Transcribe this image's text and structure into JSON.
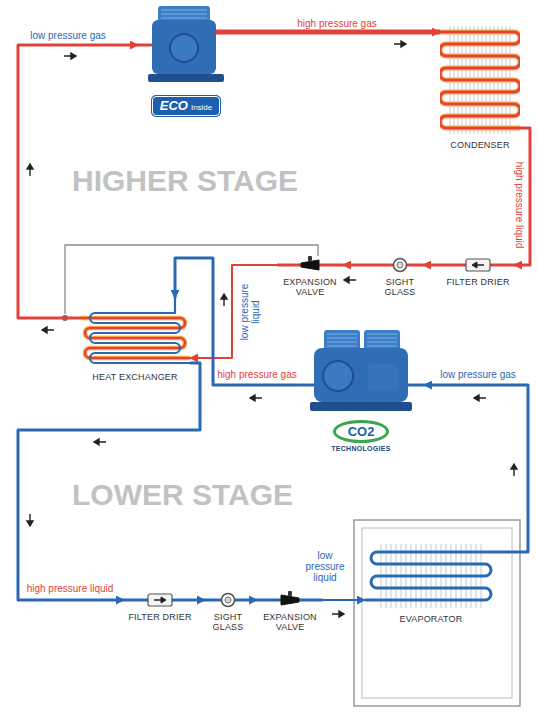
{
  "diagram": {
    "nodes": [
      {
        "text": [
          "ECO",
          "Inside"
        ]
      },
      {
        "text": [
          "CONDENSER"
        ]
      },
      {
        "text": [
          "EXPANSION VALVE"
        ]
      },
      {
        "text": [
          "SIGHT GLASS"
        ]
      },
      {
        "text": [
          "FILTER DRIER"
        ]
      },
      {
        "text": [
          "HEAT EXCHANGER"
        ]
      },
      {
        "text": [
          "CO2",
          "TECHNOLOGIES"
        ]
      },
      {
        "text": [
          "EVAPORATOR"
        ]
      },
      {
        "text": [
          "FILTER DRIER"
        ]
      },
      {
        "text": [
          "SIGHT GLASS"
        ]
      },
      {
        "text": [
          "EXPANSION VALVE"
        ]
      }
    ],
    "edges": [
      {
        "from": 0,
        "to": 1,
        "label": "high pressure gas",
        "arrow": "to"
      },
      {
        "from": 1,
        "to": 4,
        "label": "high pressure liquid",
        "arrow": "to"
      },
      {
        "from": 4,
        "to": 3,
        "arrow": "to"
      },
      {
        "from": 3,
        "to": 2,
        "arrow": "to"
      },
      {
        "from": 2,
        "to": 5,
        "label": "low pressure liquid",
        "arrow": "to"
      },
      {
        "from": 5,
        "to": 0,
        "label": "low pressure gas",
        "arrow": "to"
      },
      {
        "from": 6,
        "to": 5,
        "label": "high pressure gas",
        "arrow": "to"
      },
      {
        "from": 5,
        "to": 8,
        "label": "high pressure liquid",
        "arrow": "to"
      },
      {
        "from": 8,
        "to": 9,
        "arrow": "to"
      },
      {
        "from": 9,
        "to": 10,
        "arrow": "to"
      },
      {
        "from": 10,
        "to": 7,
        "label": "low pressure liquid",
        "arrow": "to"
      },
      {
        "from": 7,
        "to": 6,
        "label": "low pressure gas",
        "arrow": "to"
      }
    ],
    "labels": [
      "HIGHER STAGE",
      "LOWER STAGE"
    ]
  }
}
